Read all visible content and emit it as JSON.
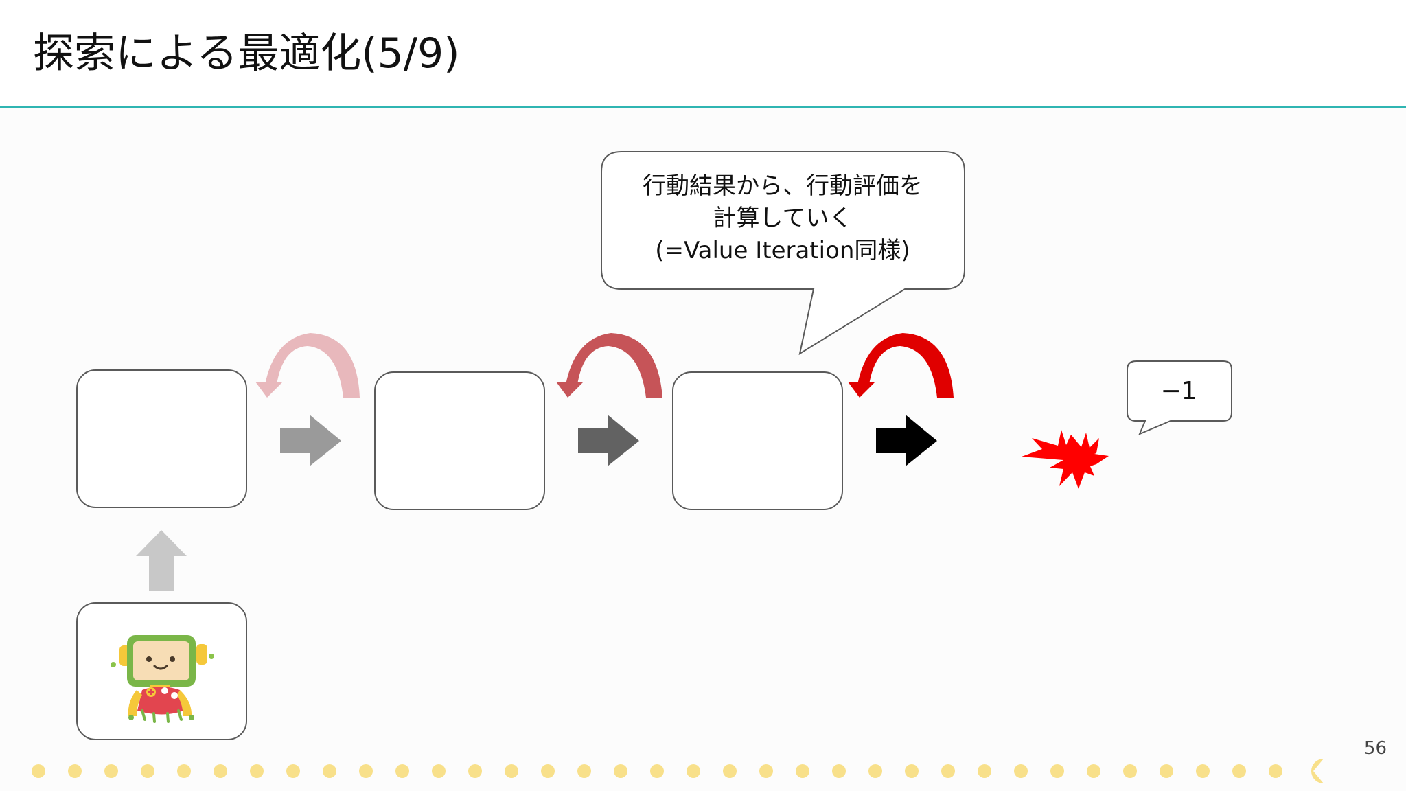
{
  "slide": {
    "title": "探索による最適化(5/9)",
    "page_number": "56"
  },
  "callout": {
    "lines": [
      "行動結果から、行動評価を",
      "計算していく",
      "(=Value Iteration同様)"
    ]
  },
  "reward": {
    "label": "−1"
  },
  "colors": {
    "title_rule": "#2fb5b2",
    "arrow_1": "#9a9a9a",
    "arrow_2": "#626262",
    "arrow_3": "#000000",
    "curved_arrow_1": "#e8b8bc",
    "curved_arrow_2": "#c65458",
    "curved_arrow_3": "#e00000",
    "explosion": "#ff0000",
    "up_arrow": "#c8c8c8",
    "dots": "#f8e08a"
  },
  "icons": {
    "agent": "robot-mascot-icon",
    "failure": "explosion-icon"
  }
}
